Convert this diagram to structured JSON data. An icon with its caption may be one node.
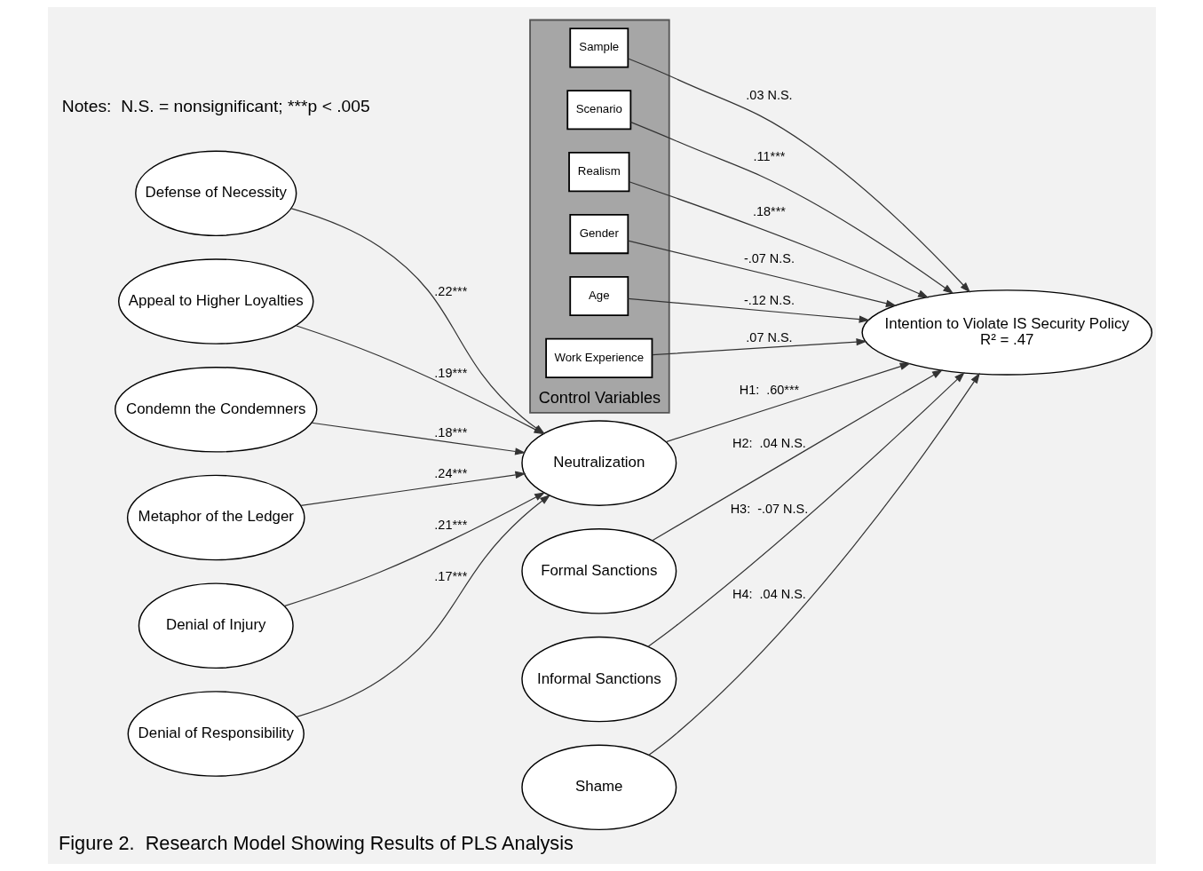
{
  "diagram": {
    "caption": "Figure 2.  Research Model Showing Results of PLS Analysis",
    "nodes": [
      {
        "text": [
          "Control Variables"
        ]
      },
      {
        "text": [
          "Sample"
        ],
        "in": 0
      },
      {
        "text": [
          "Scenario"
        ],
        "in": 0
      },
      {
        "text": [
          "Realism"
        ],
        "in": 0
      },
      {
        "text": [
          "Gender"
        ],
        "in": 0
      },
      {
        "text": [
          "Age"
        ],
        "in": 0
      },
      {
        "text": [
          "Work Experience"
        ],
        "in": 0
      },
      {
        "text": [
          "Defense of Necessity"
        ]
      },
      {
        "text": [
          "Appeal to Higher Loyalties"
        ]
      },
      {
        "text": [
          "Condemn the Condemners"
        ]
      },
      {
        "text": [
          "Metaphor of the Ledger"
        ]
      },
      {
        "text": [
          "Denial of Injury"
        ]
      },
      {
        "text": [
          "Denial of Responsibility"
        ]
      },
      {
        "text": [
          "Neutralization"
        ]
      },
      {
        "text": [
          "Intention to Violate IS Security Policy",
          "R² = .47"
        ]
      },
      {
        "text": [
          "Formal Sanctions"
        ]
      },
      {
        "text": [
          "Informal Sanctions"
        ]
      },
      {
        "text": [
          "Shame"
        ]
      }
    ],
    "edges": [
      {
        "from": 1,
        "to": 14,
        "arrow": "to",
        "label": ".03 N.S."
      },
      {
        "from": 2,
        "to": 14,
        "arrow": "to",
        "label": ".11***"
      },
      {
        "from": 3,
        "to": 14,
        "arrow": "to",
        "label": ".18***"
      },
      {
        "from": 4,
        "to": 14,
        "arrow": "to",
        "label": "-.07 N.S."
      },
      {
        "from": 5,
        "to": 14,
        "arrow": "to",
        "label": "-.12 N.S."
      },
      {
        "from": 6,
        "to": 14,
        "arrow": "to",
        "label": ".07 N.S."
      },
      {
        "from": 7,
        "to": 13,
        "arrow": "to",
        "label": ".22***"
      },
      {
        "from": 8,
        "to": 13,
        "arrow": "to",
        "label": ".19***"
      },
      {
        "from": 9,
        "to": 13,
        "arrow": "to",
        "label": ".18***"
      },
      {
        "from": 10,
        "to": 13,
        "arrow": "to",
        "label": ".24***"
      },
      {
        "from": 11,
        "to": 13,
        "arrow": "to",
        "label": ".21***"
      },
      {
        "from": 12,
        "to": 13,
        "arrow": "to",
        "label": ".17***"
      },
      {
        "from": 13,
        "to": 14,
        "arrow": "to",
        "label": "H1:  .60***"
      },
      {
        "from": 15,
        "to": 14,
        "arrow": "to",
        "label": "H2:  .04 N.S."
      },
      {
        "from": 16,
        "to": 14,
        "arrow": "to",
        "label": "H3:  -.07 N.S."
      },
      {
        "from": 17,
        "to": 14,
        "arrow": "to",
        "label": "H4:  .04 N.S."
      }
    ],
    "labels": [
      "Notes:  N.S. = nonsignificant; ***p < .005"
    ]
  }
}
